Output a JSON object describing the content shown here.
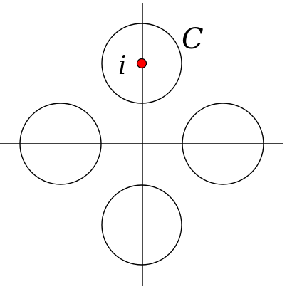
{
  "diagram": {
    "labels": {
      "curve": "C",
      "point": "i"
    },
    "colors": {
      "stroke": "#000000",
      "point_fill": "#ff0000",
      "background": "#ffffff"
    },
    "circles": [
      {
        "name": "top",
        "center": [
          0,
          1
        ]
      },
      {
        "name": "left",
        "center": [
          -1,
          0
        ]
      },
      {
        "name": "right",
        "center": [
          1,
          0
        ]
      },
      {
        "name": "bottom",
        "center": [
          0,
          -1
        ]
      }
    ],
    "marked_point": [
      0,
      1
    ]
  }
}
